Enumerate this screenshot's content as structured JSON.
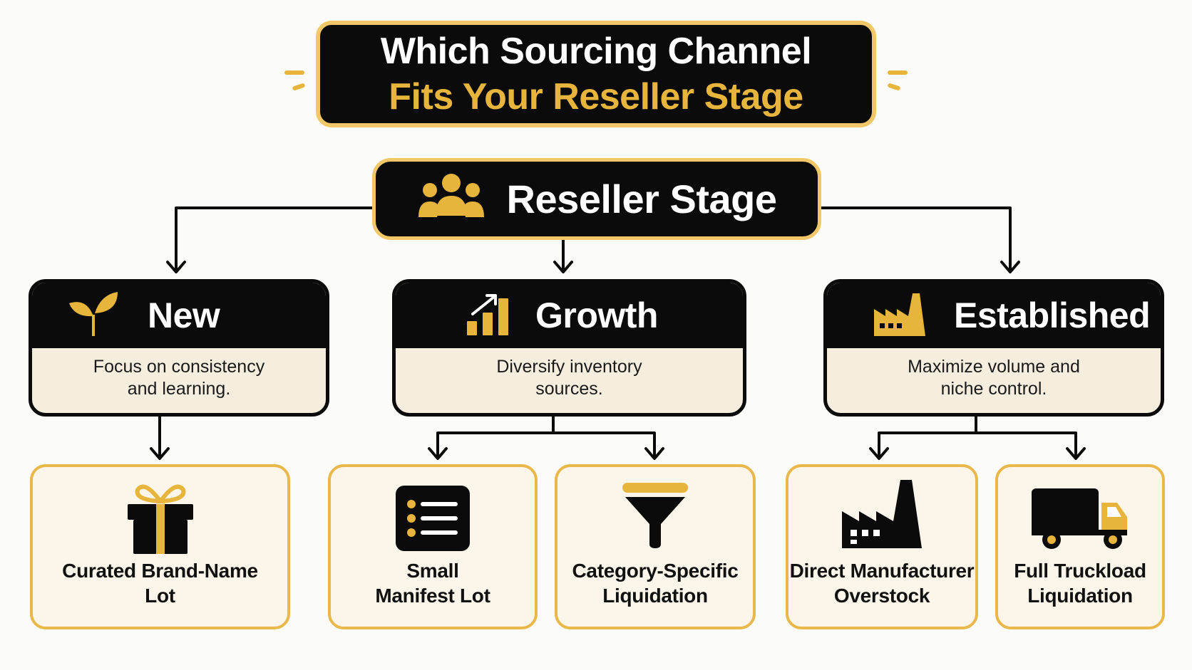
{
  "title": {
    "line1": "Which Sourcing Channel",
    "line2": "Fits Your Reseller Stage"
  },
  "root": {
    "label": "Reseller Stage",
    "icon": "group-of-people-icon"
  },
  "stages": [
    {
      "title": "New",
      "description": "Focus on consistency\nand learning.",
      "icon": "sprout-icon"
    },
    {
      "title": "Growth",
      "description": "Diversify inventory\nsources.",
      "icon": "bar-chart-growth-icon"
    },
    {
      "title": "Established",
      "description": "Maximize volume and\nniche control.",
      "icon": "factory-icon"
    }
  ],
  "channels": [
    {
      "label": "Curated  Brand-Name\nLot",
      "icon": "gift-icon",
      "stage": "New"
    },
    {
      "label": "Small\nManifest Lot",
      "icon": "list-icon",
      "stage": "Growth"
    },
    {
      "label": "Category-Specific\nLiquidation",
      "icon": "funnel-icon",
      "stage": "Growth"
    },
    {
      "label": "Direct Manufacturer\nOverstock",
      "icon": "factory-icon",
      "stage": "Established"
    },
    {
      "label": "Full Truckload\nLiquidation",
      "icon": "truck-icon",
      "stage": "Established"
    }
  ],
  "colors": {
    "accent": "#e7b43c",
    "dark": "#0b0b0b",
    "card_fill": "#f5eede",
    "channel_border": "#e9b74a"
  }
}
